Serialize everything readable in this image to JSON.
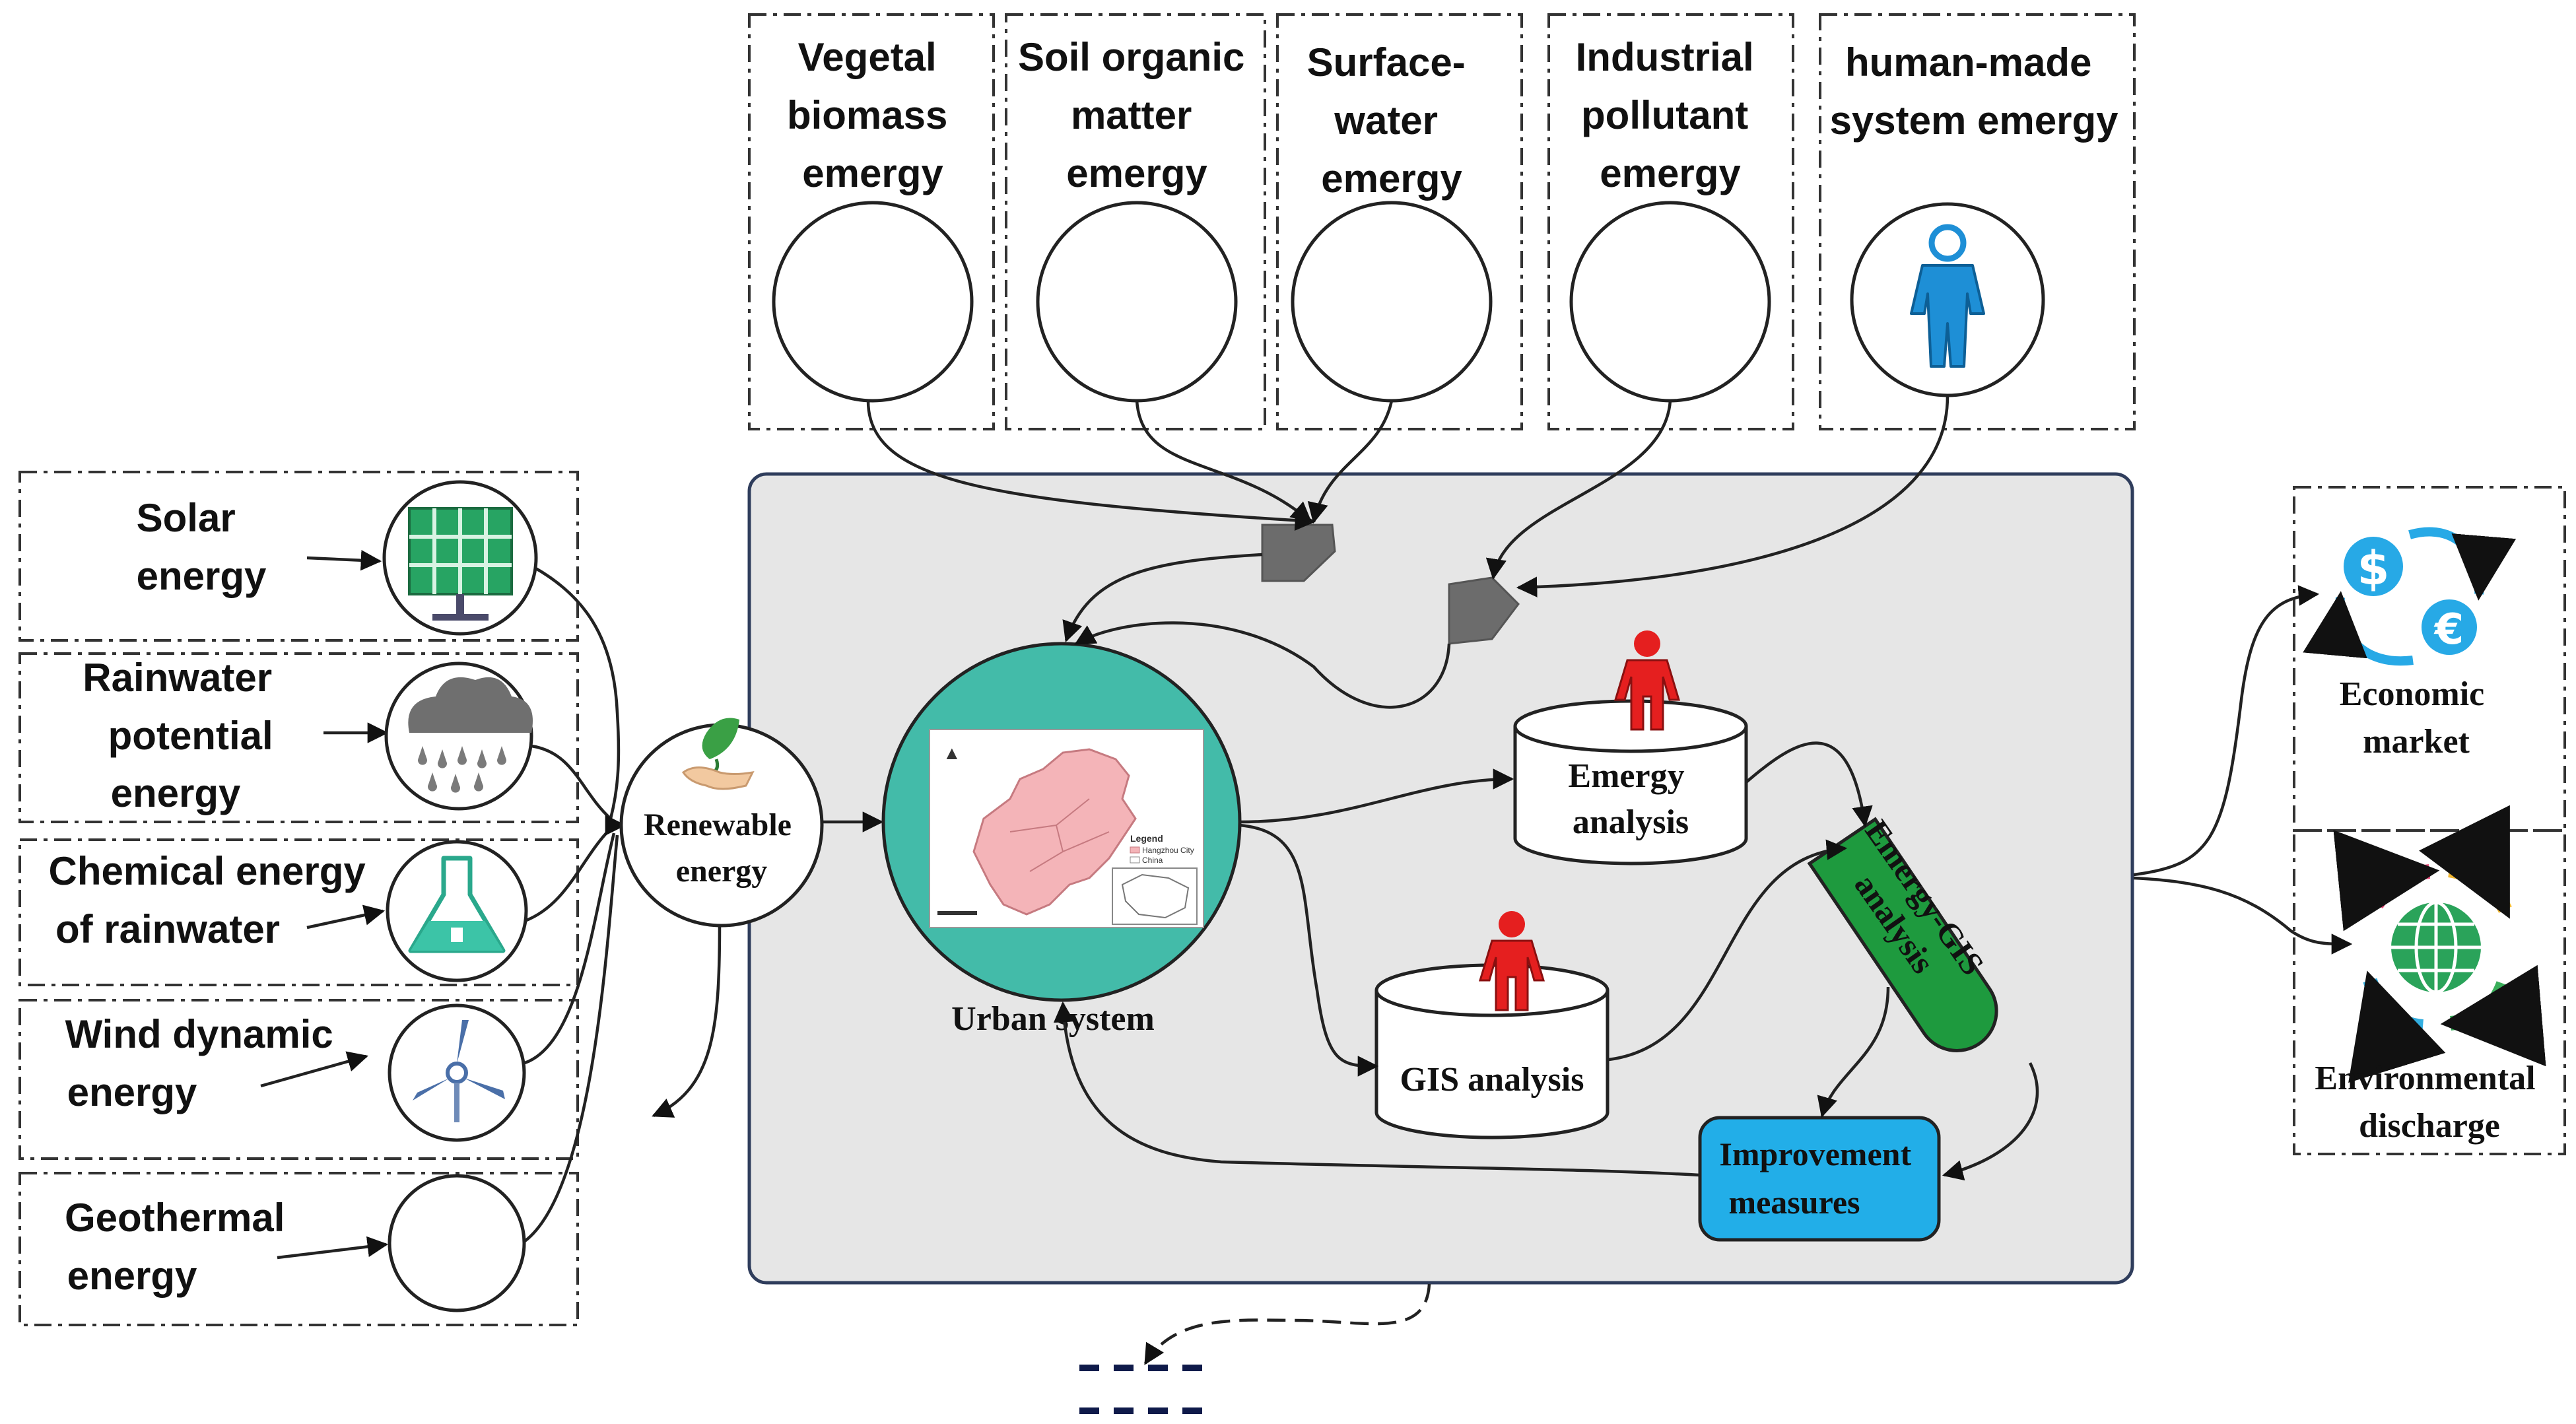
{
  "sources_top": [
    {
      "name": "vegetal-biomass",
      "lines": [
        "Vegetal",
        "biomass",
        "emergy"
      ],
      "icon": "biomass-icon"
    },
    {
      "name": "soil-organic-matter",
      "lines": [
        "Soil organic",
        "matter",
        "emergy"
      ],
      "icon": "soil-layers-icon"
    },
    {
      "name": "surface-water",
      "lines": [
        "Surface-",
        "water",
        "emergy"
      ],
      "icon": "dam-water-icon"
    },
    {
      "name": "industrial-pollutant",
      "lines": [
        "Industrial",
        "pollutant",
        "emergy"
      ],
      "icon": "factory-smoke-icon"
    },
    {
      "name": "human-made-system",
      "lines": [
        "human-made",
        "system emergy"
      ],
      "icon": "person-icon"
    }
  ],
  "sources_left": [
    {
      "name": "solar",
      "lines": [
        "Solar",
        "energy"
      ],
      "icon": "solar-panel-icon"
    },
    {
      "name": "rainwater-potential",
      "lines": [
        "Rainwater",
        "potential",
        "energy"
      ],
      "icon": "rain-cloud-icon"
    },
    {
      "name": "chemical-rainwater",
      "lines": [
        "Chemical energy",
        "of rainwater"
      ],
      "icon": "flask-icon"
    },
    {
      "name": "wind-dynamic",
      "lines": [
        "Wind dynamic",
        "energy"
      ],
      "icon": "wind-turbine-icon"
    },
    {
      "name": "geothermal",
      "lines": [
        "Geothermal",
        "energy"
      ],
      "icon": "cooling-tower-icon"
    }
  ],
  "renewable": {
    "lines": [
      "Renewable",
      "energy"
    ],
    "icon": "leaf-hand-icon"
  },
  "urban_system": {
    "label": "Urban system",
    "map_legend_title": "Legend",
    "map_legend_items": [
      "Hangzhou City",
      "China"
    ]
  },
  "emergy_analysis": {
    "lines": [
      "Emergy",
      "analysis"
    ]
  },
  "gis_analysis": {
    "label": "GIS analysis"
  },
  "emergy_gis": {
    "lines": [
      "Emergy-GIS",
      "analysis"
    ]
  },
  "improvement": {
    "lines": [
      "Improvement",
      "measures"
    ]
  },
  "outputs": [
    {
      "name": "economic-market",
      "lines": [
        "Economic",
        "market"
      ],
      "icon": "currency-exchange-icon"
    },
    {
      "name": "environmental-discharge",
      "lines": [
        "Environmental",
        "discharge"
      ],
      "icon": "globe-recycle-icon"
    }
  ],
  "colors": {
    "panel": "#e6e6e6",
    "urban_teal": "#43bba9",
    "emergy_gis_green": "#1e9a3e",
    "improvement_blue": "#22aee8",
    "human_red": "#e51f1f",
    "person_blue": "#1e8fd6",
    "map_pink": "#f4b4b8"
  }
}
